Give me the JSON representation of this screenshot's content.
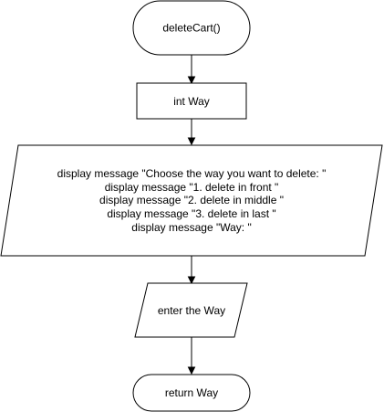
{
  "diagram": {
    "start": {
      "label": "deleteCart()"
    },
    "declare": {
      "label": "int Way"
    },
    "display": {
      "lines": [
        "display message \"Choose the way you want to delete: \"",
        "display message \"1. delete in front \"",
        "display message \"2. delete in middle \"",
        "display message \"3. delete in last \"",
        "display message \"Way: \""
      ]
    },
    "input": {
      "label": "enter the Way"
    },
    "end": {
      "label": "return Way"
    }
  }
}
